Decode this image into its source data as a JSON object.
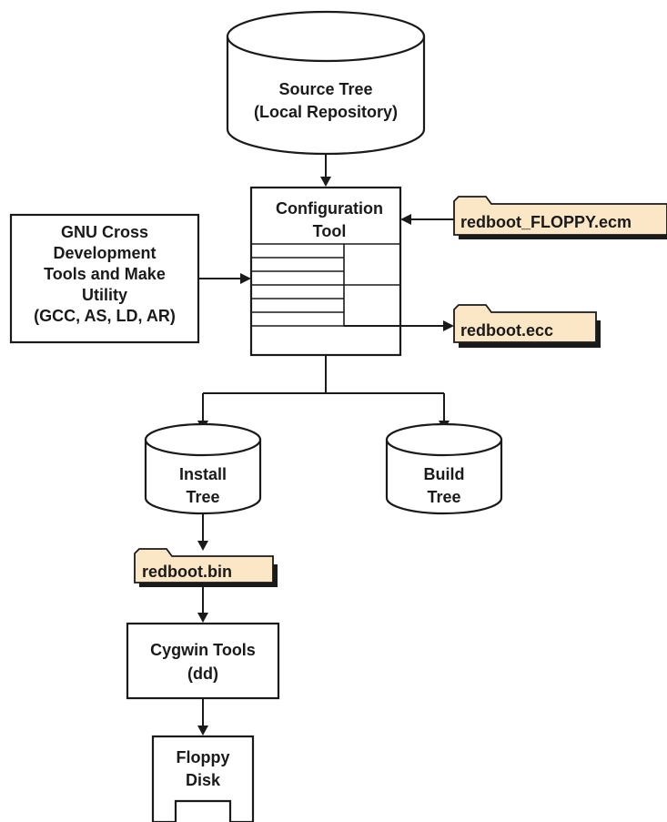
{
  "nodes": {
    "source_tree": {
      "line1": "Source Tree",
      "line2": "(Local Repository)"
    },
    "config_tool": {
      "line1": "Configuration",
      "line2": "Tool"
    },
    "gnu_tools": {
      "line1": "GNU Cross",
      "line2": "Development",
      "line3": "Tools and Make",
      "line4": "Utility",
      "line5": "(GCC, AS, LD, AR)"
    },
    "install_tree": {
      "line1": "Install",
      "line2": "Tree"
    },
    "build_tree": {
      "line1": "Build",
      "line2": "Tree"
    },
    "cygwin_tools": {
      "line1": "Cygwin Tools",
      "line2": "(dd)"
    },
    "floppy_disk": {
      "line1": "Floppy",
      "line2": "Disk"
    }
  },
  "files": {
    "ecm": "redboot_FLOPPY.ecm",
    "ecc": "redboot.ecc",
    "bin": "redboot.bin"
  },
  "colors": {
    "file_fill": "#fbe7c6",
    "stroke": "#1a1a1a",
    "background": "#ffffff"
  }
}
